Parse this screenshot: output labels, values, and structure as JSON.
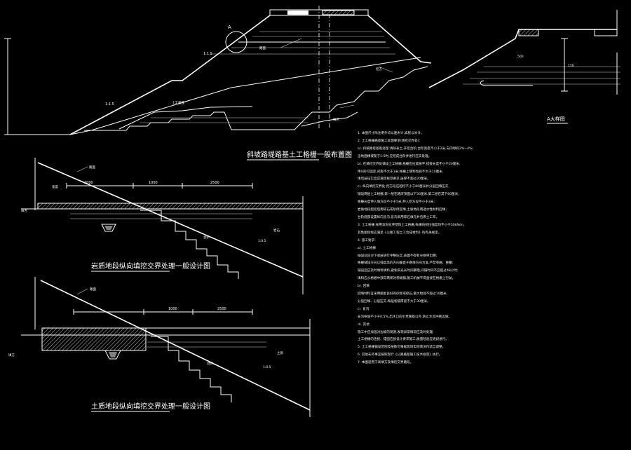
{
  "titles": {
    "main_section": "斜坡路堤路基土工格栅一般布置图",
    "detail_a": "A大样图",
    "rock_section": "岩质地段纵向填挖交界处理一般设计图",
    "soil_section": "土质地段纵向填挖交界处理一般设计图"
  },
  "labels": {
    "marker_a": "A",
    "slope1": "1:1.5",
    "slope2": "1:1.5",
    "road": "路面",
    "gravel": "土工格栅",
    "dim_1000": "1000",
    "dim_2500": "2500",
    "rock": "岩石",
    "soil": "土质",
    "width_left": "宽度",
    "ratio": "1:0.5",
    "bench": "台阶",
    "fill": "填方",
    "cut": "挖方",
    "dim_500": "500",
    "dim_150": "150"
  },
  "notes": [
    "1. 本图尺寸除注明外均以厘米计,高程以米计。",
    "2. 土工格栅路基施工处理要求(填挖交界处):",
    "  a). 斜坡路堤基底处理:清除表土,开挖台阶,台阶宽度不小于2米,向内倾斜2%~4%;",
    "      当地面横坡陡于1:5时,应挖成台阶并进行压实处理。",
    "  b). 在填挖交界处铺设土工格栅,格栅应拉紧展平,搭接长度不小于20厘米,",
    "      用U形钉固定,间距不大于1米;格栅上填料粒径不大于10厘米,",
    "      填筑层压实度应满足规范要求,层厚不超过30厘米。",
    "  c). 纵向填挖交界处:挖方段应超挖不小于80厘米并分层回填压实,",
    "      铺设两层土工格栅,第一层在路床顶面以下30厘米,第二层在其下60厘米,",
    "      格栅长度伸入填方段不小于5米,伸入挖方段不小于3米;",
    "      岩质地段超挖后用碎石或砂砾回填,土质地段用透水性材料回填;",
    "      台阶底部设置纵向盲沟,盲沟采用碎石填充并包裹土工布。",
    "3. 土工格栅:采用双向拉伸塑料土工格栅,纵横向抗拉强度均不小于50kN/m,",
    "   其性能指标应满足《公路工程土工合成材料》的有关规定。",
    "4. 施工要求:",
    "  a). 土工格栅",
    "      铺设前应对下承层进行平整压实,表面不得有尖锐突出物;",
    "      格栅铺设方向以强度高的方向垂直于路线方向为准,严禁卷曲、重叠;",
    "      铺设后应及时填筑填料,避免阳光长时间暴晒,间隔时间不宜超过48小时;",
    "      填料应从格栅中部向两侧对称摊铺,施工机械不得直接在格栅上行驶。",
    "  b). 回填",
    "      回填材料宜采用级配良好的砂砾或碎石,最大粒径不超过10厘米,",
    "      分层回填、分层压实,每层松铺厚度不大于30厘米。",
    "  c). 盲沟",
    "      盲沟纵坡不小于0.5%,出水口应引至路基以外,防止水流冲刷边坡。",
    "  d). 其他",
    "      施工中应加强对边坡的观测,发现异常情况应及时处理;",
    "      土工格栅的连接、锚固应按设计要求施工,质量检验应逐段进行。",
    "5. 土工格栅铺设范围及层数可根据现场实际情况作适当调整。",
    "6. 其他未尽事宜按照现行《公路路基施工技术规范》执行。",
    "7. 本图适用于高填方及填挖交界路段。"
  ]
}
